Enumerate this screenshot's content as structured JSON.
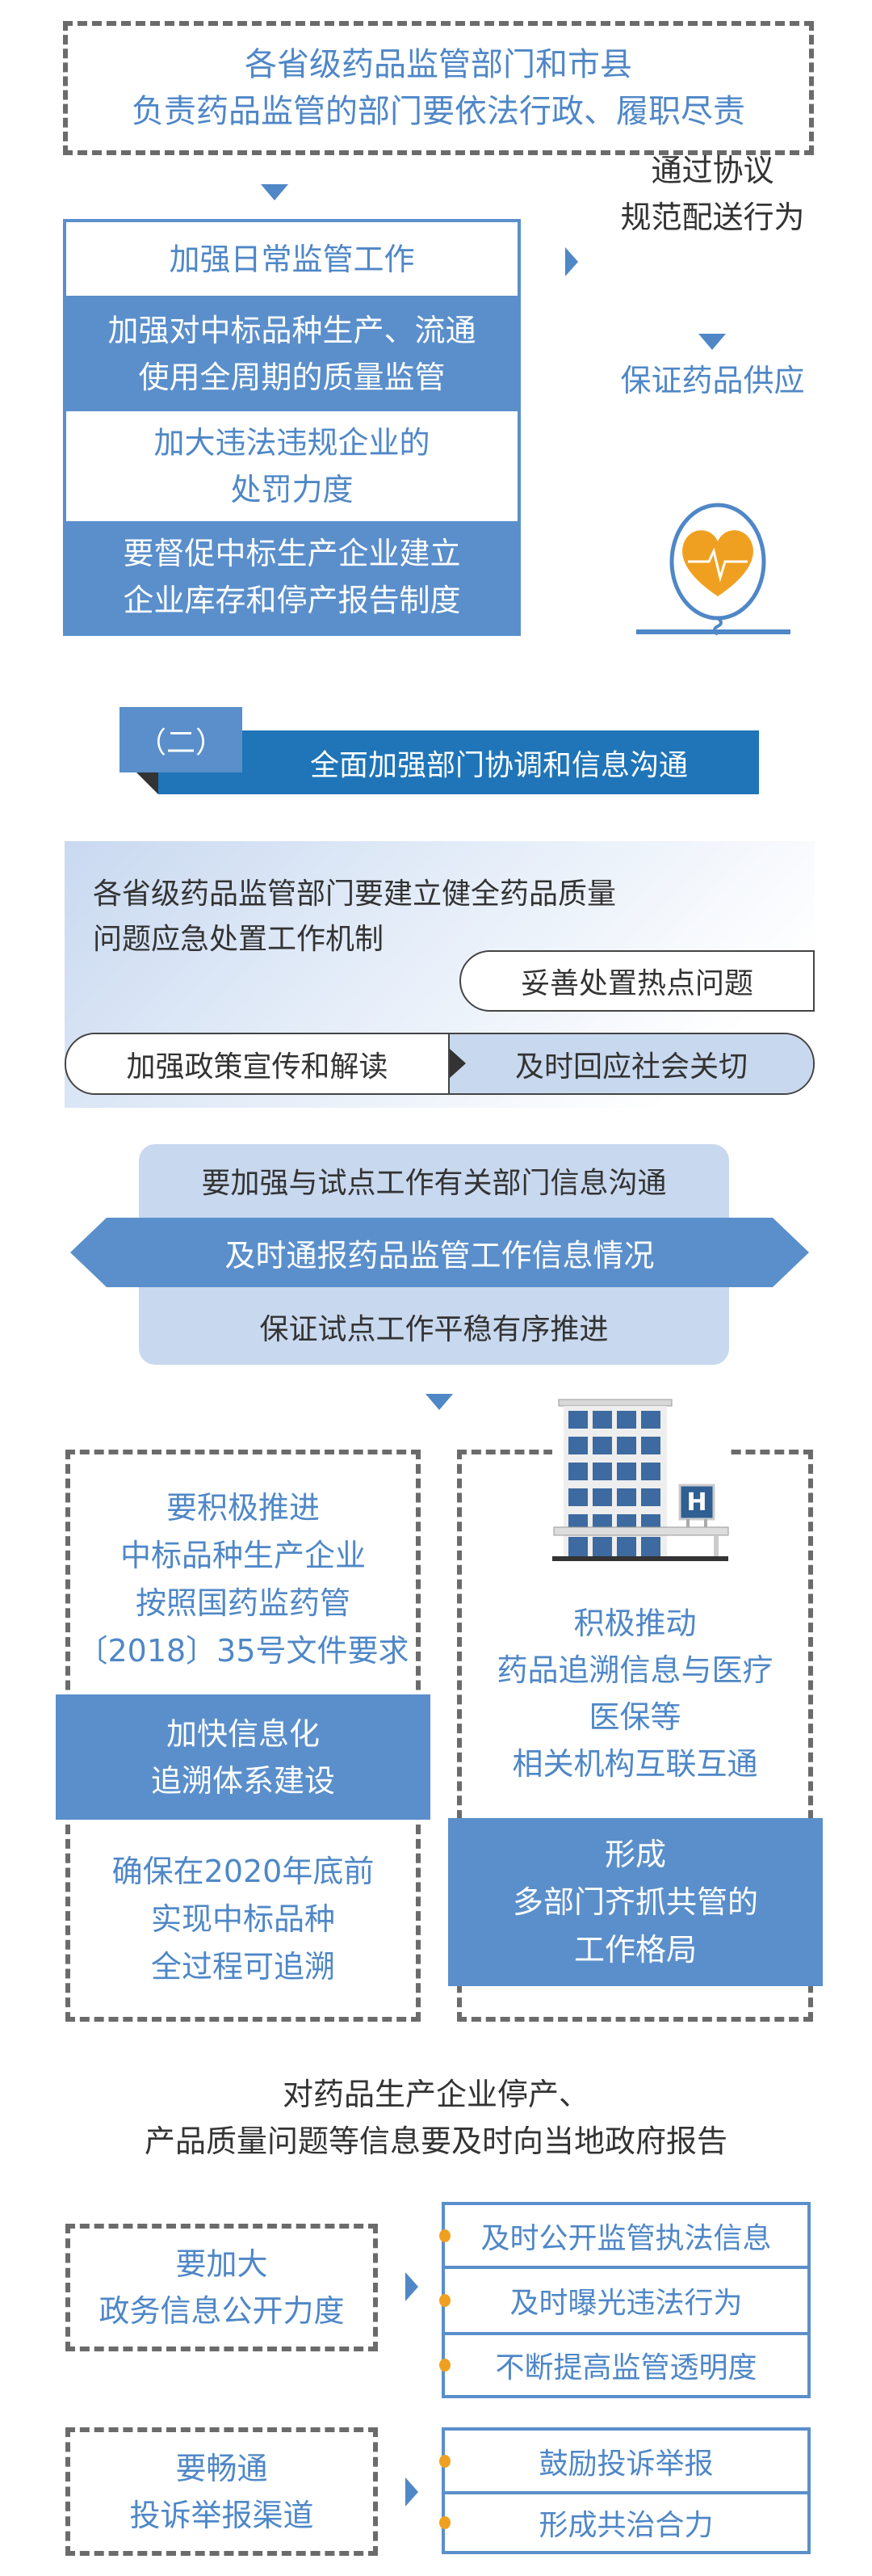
{
  "section1": {
    "top_box": [
      "各省级药品监管部门和市县",
      "负责药品监管的部门要依法行政、履职尽责"
    ],
    "stack": [
      {
        "text": "加强日常监管工作",
        "style": "white"
      },
      {
        "text": "加强对中标品种生产、流通\n使用全周期的质量监管",
        "style": "blue"
      },
      {
        "text": "加大违法违规企业的\n处罚力度",
        "style": "white"
      },
      {
        "text": "要督促中标生产企业建立\n企业库存和停产报告制度",
        "style": "blue"
      }
    ],
    "side_line1": "通过协议",
    "side_line2": "规范配送行为",
    "side_result": "保证药品供应"
  },
  "section2": {
    "number": "（二）",
    "title": "全面加强部门协调和信息沟通",
    "panel_text": [
      "各省级药品监管部门要建立健全药品质量",
      "问题应急处置工作机制"
    ],
    "pill_hot": "妥善处置热点问题",
    "pill_left": "加强政策宣传和解读",
    "pill_right": "及时回应社会关切",
    "info_line1": "要加强与试点工作有关部门信息沟通",
    "info_band": "及时通报药品监管工作信息情况",
    "info_line3": "保证试点工作平稳有序推进"
  },
  "section3": {
    "left_top": [
      "要积极推进",
      "中标品种生产企业",
      "按照国药监药管",
      "〔2018〕35号文件要求"
    ],
    "left_band": [
      "加快信息化",
      "追溯体系建设"
    ],
    "left_bottom": [
      "确保在2020年底前",
      "实现中标品种",
      "全过程可追溯"
    ],
    "right_top": [
      "积极推动",
      "药品追溯信息与医疗",
      "医保等",
      "相关机构互联互通"
    ],
    "right_band": [
      "形成",
      "多部门齐抓共管的",
      "工作格局"
    ],
    "hospital_sign": "H"
  },
  "section4": {
    "title": [
      "对药品生产企业停产、",
      "产品质量问题等信息要及时向当地政府报告"
    ],
    "group1_label": [
      "要加大",
      "政务信息公开力度"
    ],
    "group1_items": [
      "及时公开监管执法信息",
      "及时曝光违法行为",
      "不断提高监管透明度"
    ],
    "group2_label": [
      "要畅通",
      "投诉举报渠道"
    ],
    "group2_items": [
      "鼓励投诉举报",
      "形成共治合力"
    ]
  },
  "colors": {
    "accent": "#5a8fcb",
    "text_blue": "#4f87c7",
    "orange": "#f0a020",
    "dash": "#6b6b6b"
  }
}
